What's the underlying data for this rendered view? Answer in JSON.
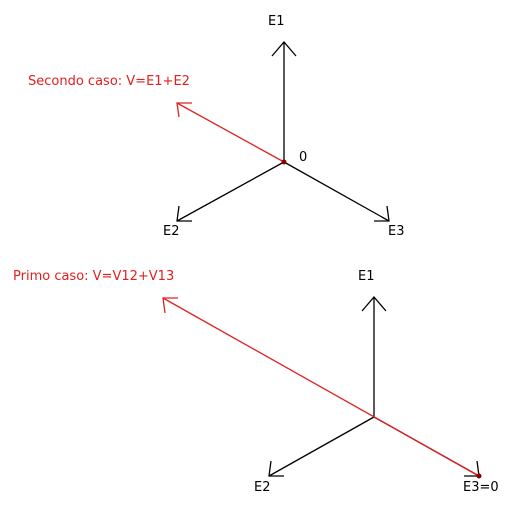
{
  "colors": {
    "axis": "#000000",
    "vector": "#e02020",
    "dot": "#8b0000"
  },
  "top_diagram": {
    "title": "Secondo caso: V=E1+E2",
    "axis_labels": {
      "e1": "E1",
      "e2": "E2",
      "e3": "E3"
    },
    "origin_label": "0"
  },
  "bottom_diagram": {
    "title": "Primo caso: V=V12+V13",
    "axis_labels": {
      "e1": "E1",
      "e2": "E2",
      "e3": "E3=0"
    }
  }
}
